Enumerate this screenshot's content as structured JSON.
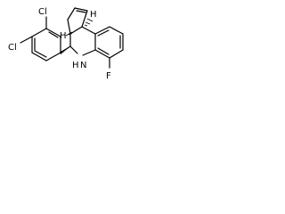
{
  "molecule": {
    "atom_labels": {
      "cl_upper": "Cl",
      "cl_lower": "Cl",
      "h_upper": "H",
      "h_lower": "H",
      "nh": "H",
      "n": "N",
      "f": "F"
    }
  },
  "colors": {
    "bond": "#000000",
    "background": "#ffffff"
  }
}
